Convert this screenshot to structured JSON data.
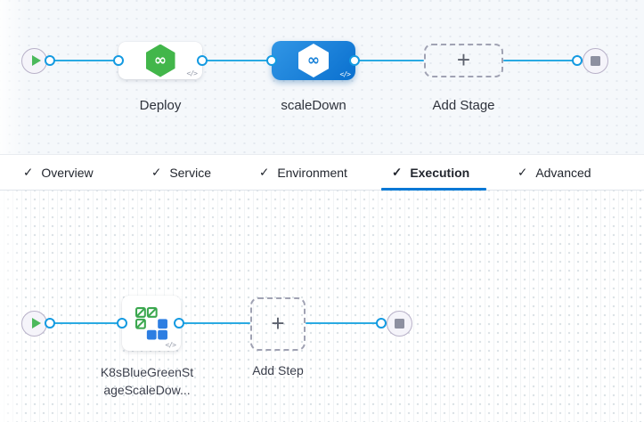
{
  "icons": {
    "check": "✓",
    "plus": "+",
    "code": "</>",
    "infinity": "∞",
    "play": "play-icon",
    "stop": "stop-icon"
  },
  "stage_graph": {
    "stages": [
      {
        "label": "Deploy",
        "type": "deployment-stage",
        "selected": false
      },
      {
        "label": "scaleDown",
        "type": "deployment-stage",
        "selected": true
      }
    ],
    "add_stage_label": "Add Stage"
  },
  "tabs": {
    "items": [
      {
        "label": "Overview",
        "checked": true,
        "active": false
      },
      {
        "label": "Service",
        "checked": true,
        "active": false
      },
      {
        "label": "Environment",
        "checked": true,
        "active": false
      },
      {
        "label": "Execution",
        "checked": true,
        "active": true
      },
      {
        "label": "Advanced",
        "checked": true,
        "active": false
      }
    ]
  },
  "execution_graph": {
    "steps": [
      {
        "label_line1": "K8sBlueGreenSt",
        "label_line2": "ageScaleDow...",
        "type": "k8s-blue-green-stage-scale-down"
      }
    ],
    "add_step_label": "Add Step"
  },
  "colors": {
    "accent_blue": "#0278d5",
    "edge_blue": "#2aaae2",
    "port_blue": "#149ae1",
    "selected_card_start": "#3196e5",
    "selected_card_end": "#0a70cf",
    "stage_green": "#42b64a",
    "play_green": "#4cb95c",
    "icon_square_blue": "#2d7ee2",
    "icon_square_green": "#3aa74e"
  }
}
